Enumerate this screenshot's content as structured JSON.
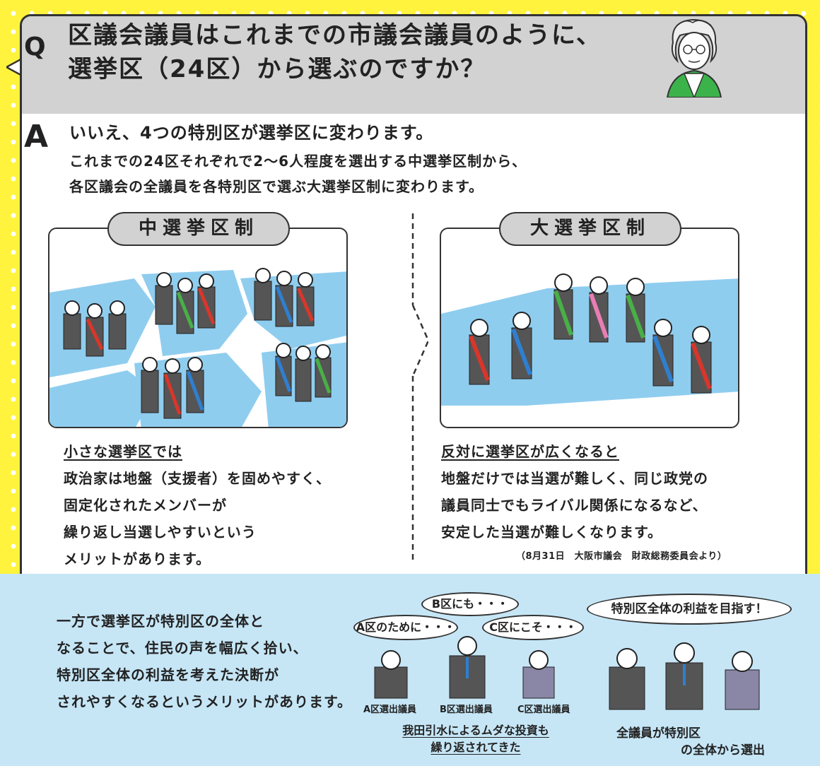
{
  "question": {
    "letter": "Q",
    "line1": "区議会議員はこれまでの市議会議員のように、",
    "line2": "選挙区（24区）から選ぶのですか？"
  },
  "answer": {
    "letter": "A",
    "headline": "いいえ、4つの特別区が選挙区に変わります。",
    "body_line1": "これまでの24区それぞれで2～6人程度を選出する中選挙区制から、",
    "body_line2": "各区議会の全議員を各特別区で選ぶ大選挙区制に変わります。"
  },
  "medium": {
    "title": "中選挙区制",
    "lead": "小さな選挙区では",
    "lines": [
      "政治家は地盤（支援者）を固めやすく、",
      "固定化されたメンバーが",
      "繰り返し当選しやすいという",
      "メリットがあります。"
    ]
  },
  "large": {
    "title": "大選挙区制",
    "lead": "反対に選挙区が広くなると",
    "lines": [
      "地盤だけでは当選が難しく、同じ政党の",
      "議員同士でもライバル関係になるなど、",
      "安定した当選が難しくなります。"
    ],
    "source": "（8月31日　大阪市議会　財政総務委員会より）"
  },
  "bottom": {
    "lines": [
      "一方で選挙区が特別区の全体と",
      "なることで、住民の声を幅広く拾い、",
      "特別区全体の利益を考えた決断が",
      "されやすくなるというメリットがあります。"
    ],
    "bubbles": {
      "a": "A区のために・・・",
      "b": "B区にも・・・",
      "c": "C区にこそ・・・",
      "all": "特別区全体の利益を目指す！"
    },
    "member_labels": [
      "A区選出議員",
      "B区選出議員",
      "C区選出議員"
    ],
    "caption_left_1": "我田引水によるムダな投資も",
    "caption_left_2": "繰り返されてきた",
    "caption_right_1": "全議員が特別区",
    "caption_right_2": "の全体から選出"
  },
  "colors": {
    "background": "#fff33d",
    "header_gray": "#d2d2d2",
    "bottom_blue": "#c6e6f6",
    "map_blue": "#8fcdef",
    "avatar_green": "#3bb34a"
  }
}
